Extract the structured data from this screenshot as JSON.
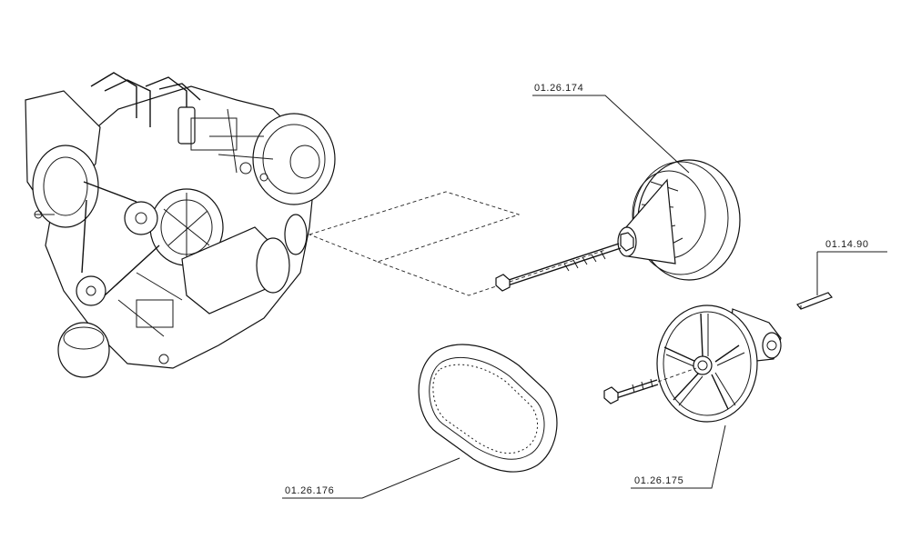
{
  "parts": {
    "drive_pulley": "01.26.174",
    "driven_pulley": "01.26.175",
    "drive_belt": "01.26.176",
    "key_pin": "01.14.90"
  }
}
